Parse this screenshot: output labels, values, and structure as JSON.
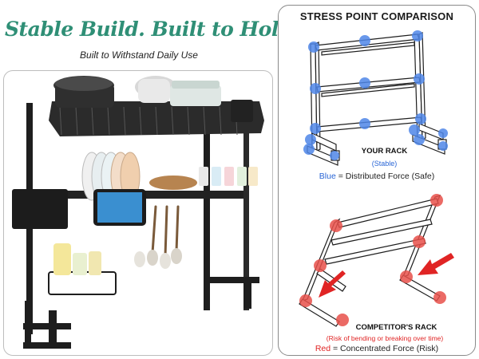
{
  "headline": "Stable Build. Built to Hold",
  "subheadline": "Built to Withstand Daily Use",
  "comparison": {
    "title": "STRESS POINT COMPARISON",
    "your_rack": {
      "label": "YOUR RACK",
      "note": "(Stable)",
      "legend_keyword": "Blue",
      "legend_text": " = Distributed Force (Safe)"
    },
    "competitor_rack": {
      "label": "COMPETITOR'S RACK",
      "note": "(Risk of bending or breaking over time)",
      "legend_keyword": "Red",
      "legend_text": " = Concentrated Force (Risk)"
    }
  },
  "colors": {
    "headline": "#2f8f76",
    "safe_point": "#4f86e8",
    "risk_point": "#e8504a",
    "arrow": "#e02424",
    "rack_frame": "#1e1e1e"
  },
  "icons": [
    "stress-point-dot",
    "force-arrow-icon"
  ]
}
